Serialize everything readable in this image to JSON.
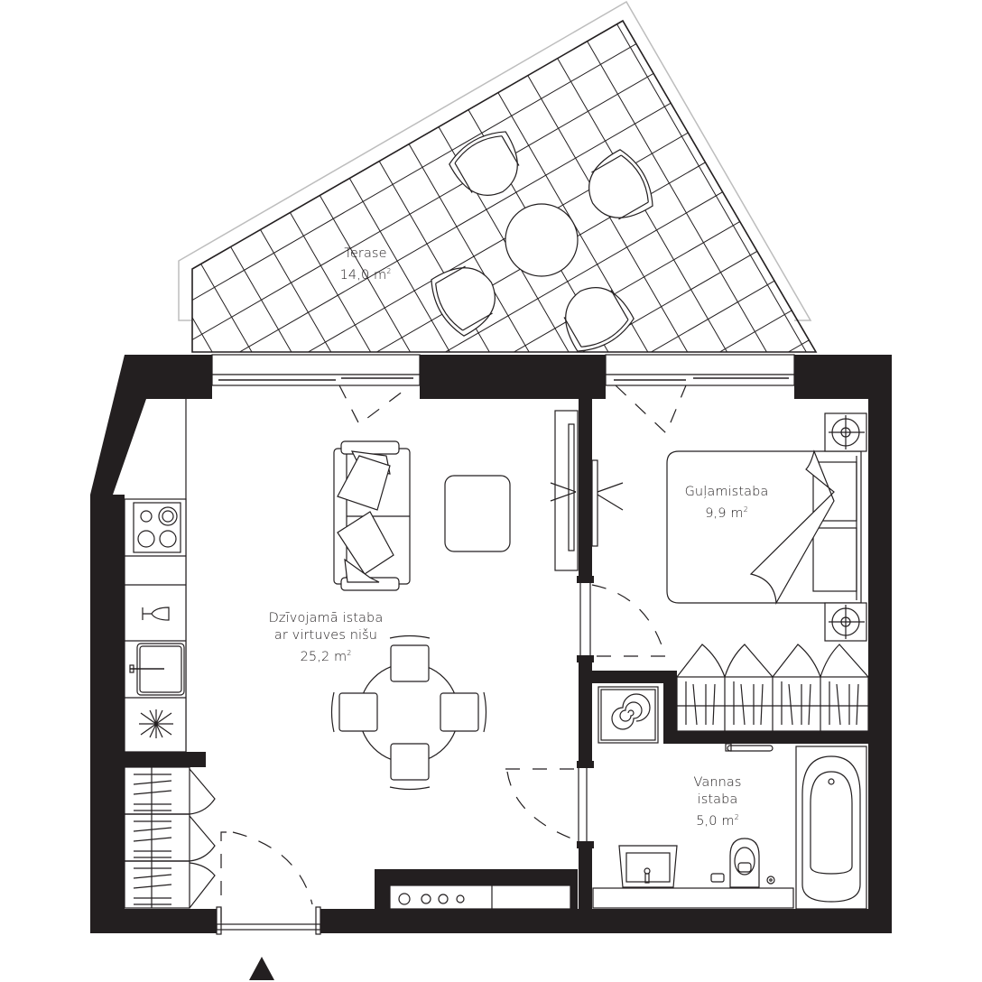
{
  "plan": {
    "type": "apartment-floor-plan",
    "entrance_marker": "triangle-up",
    "colors": {
      "wall": "#231f20",
      "line": "#231f20",
      "outline_grey": "#bdbdbd",
      "background": "#ffffff"
    }
  },
  "rooms": [
    {
      "id": "terrace",
      "name_lines": [
        "Terase"
      ],
      "area_value": "14,0",
      "area_unit": "m",
      "area_exp": "2"
    },
    {
      "id": "living",
      "name_lines": [
        "Dzīvojamā istaba",
        "ar virtuves nišu"
      ],
      "area_value": "25,2",
      "area_unit": "m",
      "area_exp": "2"
    },
    {
      "id": "bedroom",
      "name_lines": [
        "Guļamistaba"
      ],
      "area_value": "9,9",
      "area_unit": "m",
      "area_exp": "2"
    },
    {
      "id": "bathroom",
      "name_lines": [
        "Vannas",
        "istaba"
      ],
      "area_value": "5,0",
      "area_unit": "m",
      "area_exp": "2"
    }
  ],
  "furniture": {
    "terrace": [
      "round-table",
      "armchair",
      "armchair",
      "armchair",
      "armchair",
      "tile-grid"
    ],
    "living": [
      "sofa",
      "cushion",
      "cushion",
      "coffee-table",
      "tv-unit",
      "dining-table",
      "chair",
      "chair",
      "chair",
      "chair"
    ],
    "kitchen": [
      "cooktop",
      "wine-cooler",
      "sink",
      "dishwasher",
      "hob-four-rings"
    ],
    "hall": [
      "wardrobe",
      "wardrobe",
      "wardrobe"
    ],
    "bedroom": [
      "double-bed",
      "nightstand",
      "nightstand",
      "wardrobe-x4"
    ],
    "bathroom": [
      "washing-machine",
      "bathtub",
      "washbasin",
      "toilet",
      "towel-rail",
      "toilet-paper-holder"
    ]
  }
}
